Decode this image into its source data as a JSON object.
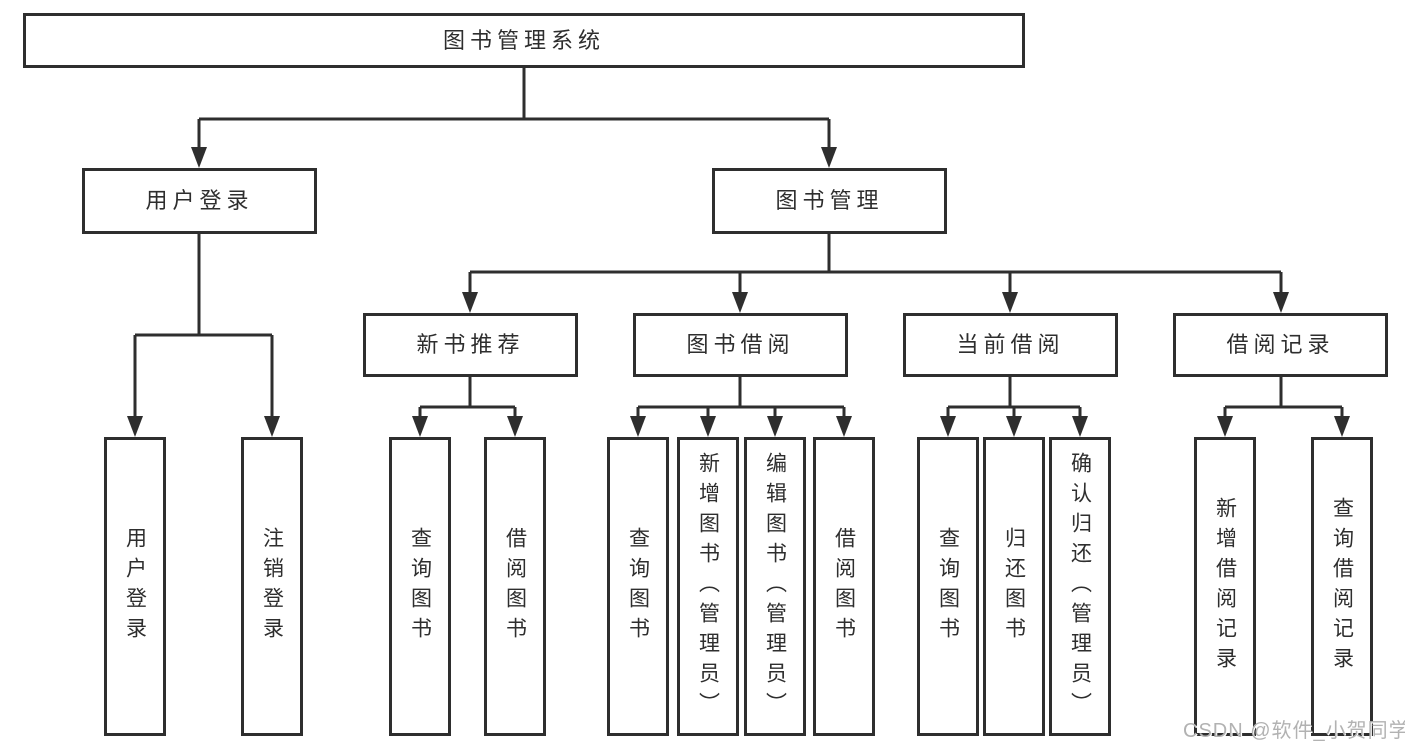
{
  "diagram": {
    "root": {
      "label": "图书管理系统"
    },
    "branches": [
      {
        "label": "用户登录",
        "leaves": [
          {
            "label": "用户登录"
          },
          {
            "label": "注销登录"
          }
        ]
      },
      {
        "label": "图书管理",
        "sections": [
          {
            "label": "新书推荐",
            "leaves": [
              {
                "label": "查询图书"
              },
              {
                "label": "借阅图书"
              }
            ]
          },
          {
            "label": "图书借阅",
            "leaves": [
              {
                "label": "查询图书"
              },
              {
                "label": "新增图书（管理员）"
              },
              {
                "label": "编辑图书（管理员）"
              },
              {
                "label": "借阅图书"
              }
            ]
          },
          {
            "label": "当前借阅",
            "leaves": [
              {
                "label": "查询图书"
              },
              {
                "label": "归还图书"
              },
              {
                "label": "确认归还（管理员）"
              }
            ]
          },
          {
            "label": "借阅记录",
            "leaves": [
              {
                "label": "新增借阅记录"
              },
              {
                "label": "查询借阅记录"
              }
            ]
          }
        ]
      }
    ]
  },
  "watermark": {
    "text": "CSDN @软件_小贺同学"
  },
  "colors": {
    "line": "#2e2e2e",
    "box_border": "#2e2e2e",
    "box_fill": "#ffffff",
    "text": "#2e2e2e",
    "watermark": "#b2b2b2"
  }
}
